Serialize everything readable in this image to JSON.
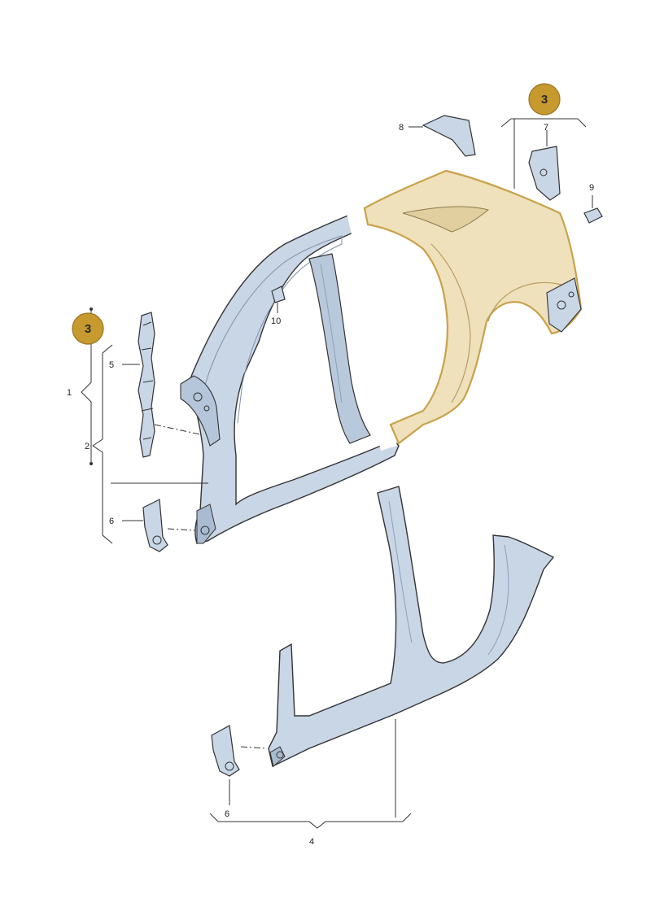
{
  "diagram": {
    "badges": {
      "left": "3",
      "right": "3"
    },
    "callouts": {
      "c1": "1",
      "c2": "2",
      "c4": "4",
      "c5": "5",
      "c6_upper": "6",
      "c6_lower": "6",
      "c7": "7",
      "c8": "8",
      "c9": "9",
      "c10": "10"
    },
    "colors": {
      "steel_panel": "#c9d6e6",
      "steel_shade": "#9fb2c9",
      "highlight_panel": "#efe1bc",
      "highlight_outline": "#c9a24a",
      "badge_fill": "#c79a2f",
      "line": "#333333"
    }
  }
}
